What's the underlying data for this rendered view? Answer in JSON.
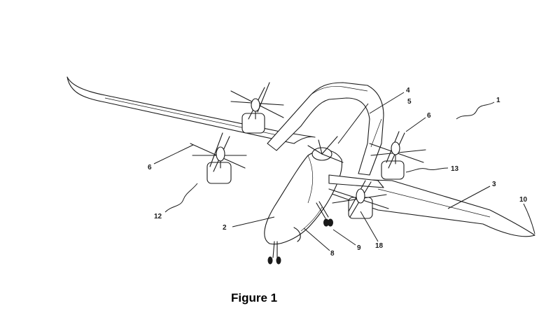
{
  "figure": {
    "caption": "Figure 1",
    "labels": [
      "1",
      "2",
      "3",
      "4",
      "5",
      "6",
      "6",
      "8",
      "9",
      "10",
      "12",
      "13",
      "18"
    ]
  }
}
